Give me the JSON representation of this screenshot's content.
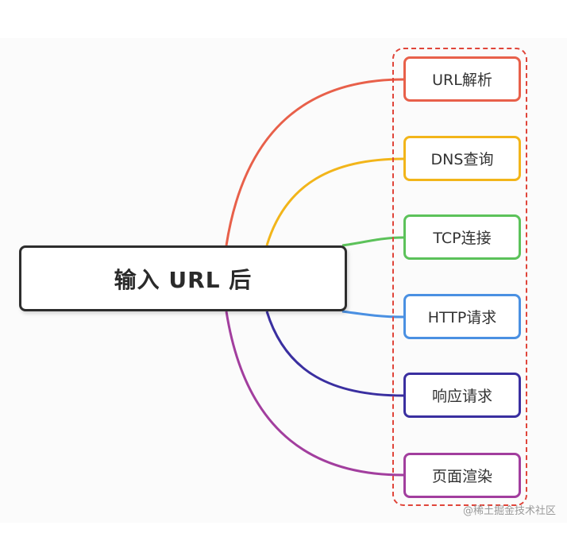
{
  "root": {
    "label": "输入 URL 后"
  },
  "branches": [
    {
      "label": "URL解析",
      "color": "#e8604a"
    },
    {
      "label": "DNS查询",
      "color": "#f2b51a"
    },
    {
      "label": "TCP连接",
      "color": "#5cc25a"
    },
    {
      "label": "HTTP请求",
      "color": "#4a90e2"
    },
    {
      "label": "响应请求",
      "color": "#3a2fa0"
    },
    {
      "label": "页面渲染",
      "color": "#a23e9e"
    }
  ],
  "group_frame_color": "#e0453a",
  "watermark": "@稀土掘金技术社区"
}
